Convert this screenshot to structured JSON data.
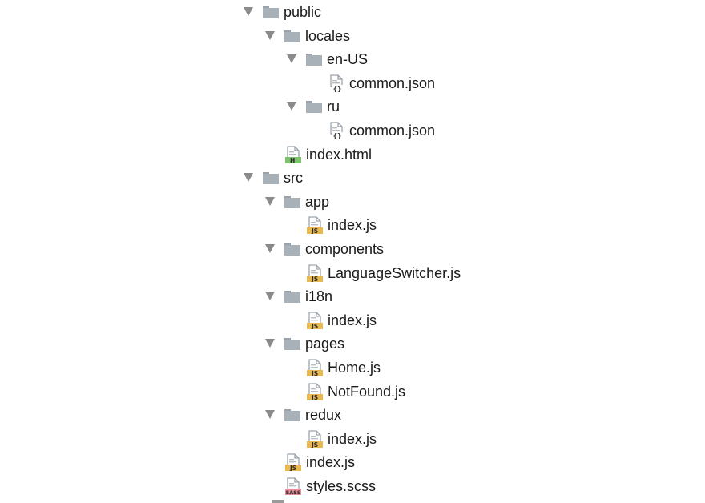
{
  "tree": [
    {
      "label": "public",
      "type": "folder",
      "depth": 0,
      "expanded": true
    },
    {
      "label": "locales",
      "type": "folder",
      "depth": 1,
      "expanded": true
    },
    {
      "label": "en-US",
      "type": "folder",
      "depth": 2,
      "expanded": true
    },
    {
      "label": "common.json",
      "type": "json",
      "depth": 3
    },
    {
      "label": "ru",
      "type": "folder",
      "depth": 2,
      "expanded": true
    },
    {
      "label": "common.json",
      "type": "json",
      "depth": 3
    },
    {
      "label": "index.html",
      "type": "html",
      "depth": 1
    },
    {
      "label": "src",
      "type": "folder",
      "depth": 0,
      "expanded": true
    },
    {
      "label": "app",
      "type": "folder",
      "depth": 1,
      "expanded": true
    },
    {
      "label": "index.js",
      "type": "js",
      "depth": 2
    },
    {
      "label": "components",
      "type": "folder",
      "depth": 1,
      "expanded": true
    },
    {
      "label": "LanguageSwitcher.js",
      "type": "js",
      "depth": 2
    },
    {
      "label": "i18n",
      "type": "folder",
      "depth": 1,
      "expanded": true
    },
    {
      "label": "index.js",
      "type": "js",
      "depth": 2
    },
    {
      "label": "pages",
      "type": "folder",
      "depth": 1,
      "expanded": true
    },
    {
      "label": "Home.js",
      "type": "js",
      "depth": 2
    },
    {
      "label": "NotFound.js",
      "type": "js",
      "depth": 2
    },
    {
      "label": "redux",
      "type": "folder",
      "depth": 1,
      "expanded": true
    },
    {
      "label": "index.js",
      "type": "js",
      "depth": 2
    },
    {
      "label": "index.js",
      "type": "js",
      "depth": 1
    },
    {
      "label": "styles.scss",
      "type": "scss",
      "depth": 1
    }
  ],
  "icons": {
    "folder": "folder-icon",
    "json": "json-file-icon",
    "html": "html-file-icon",
    "js": "js-file-icon",
    "scss": "scss-file-icon",
    "arrow": "chevron-down-icon"
  },
  "icon_text": {
    "json": "{}",
    "html": "H",
    "js": "JS",
    "scss": "SASS"
  },
  "colors": {
    "folder": "#a9b1b8",
    "folder_dark": "#9aa3ab",
    "arrow": "#8a8a8a",
    "js_badge": "#e9b84f",
    "html_badge": "#7cc36b",
    "scss_badge": "#e88a9a",
    "json_badge": "#b8bec4",
    "page_fold": "#c9cdd1",
    "text": "#1a1a1a"
  }
}
